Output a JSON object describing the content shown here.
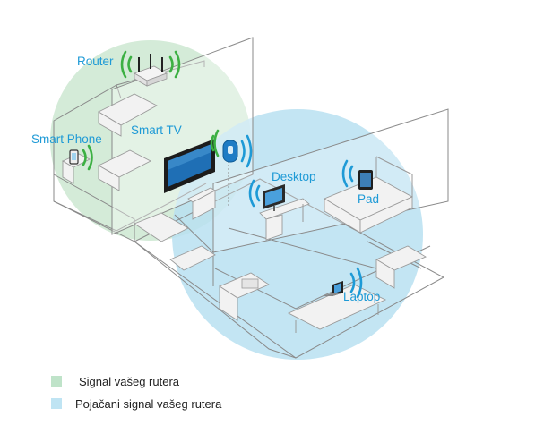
{
  "devices": {
    "router": "Router",
    "smart_phone": "Smart Phone",
    "smart_tv": "Smart TV",
    "desktop": "Desktop",
    "pad": "Pad",
    "laptop": "Laptop"
  },
  "legend": [
    {
      "label": "Signal vašeg rutera",
      "color": "#bfe3c9"
    },
    {
      "label": "Pojačani signal vašeg rutera",
      "color": "#bfe4f3"
    }
  ],
  "colors": {
    "router_signal": "#cfe9d4",
    "extender_signal": "#b9e1f1",
    "wifi_wave_router": "#3cb043",
    "wifi_wave_extender": "#1e9ad6",
    "label_text": "#1e9ad6"
  }
}
